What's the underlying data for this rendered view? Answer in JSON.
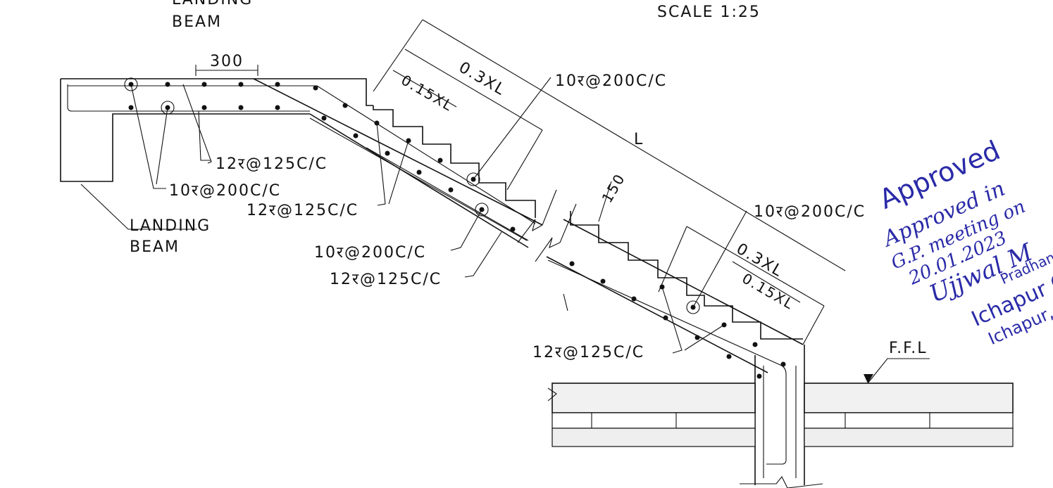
{
  "labels": {
    "landing_beam_top_1": "LANDING",
    "landing_beam_top_2": "BEAM",
    "scale": "SCALE  1:25",
    "dim_300": "300",
    "dim_03xl_upper": "0.3XL",
    "dim_015xl_upper": "0.15XL",
    "dim_L": "L",
    "dim_150": "150",
    "dim_03xl_lower": "0.3XL",
    "dim_015xl_lower": "0.15XL",
    "bar_10_200_a": "10र@200C/C",
    "bar_12_125_a": "12र@125C/C",
    "bar_10_200_b": "10र@200C/C",
    "bar_12_125_b": "12र@125C/C",
    "landing_beam_left_1": "LANDING",
    "landing_beam_left_2": "BEAM",
    "bar_10_200_c": "10र@200C/C",
    "bar_12_125_c": "12र@125C/C",
    "bar_10_200_d": "10र@200C/C",
    "bar_12_125_d": "12र@125C/C",
    "ffl": "F.F.L"
  },
  "stamp": {
    "approved": "Approved",
    "line1": "Approved in",
    "line2": "G.P. meeting on",
    "line3": "20.01.2023",
    "signature": "Ujjwal M",
    "role": "Pradhan i",
    "org1": "Ichapur Gr",
    "org2": "Ichapur, Pa"
  },
  "colors": {
    "ink": "#111111",
    "stamp": "#2a2aa8"
  }
}
